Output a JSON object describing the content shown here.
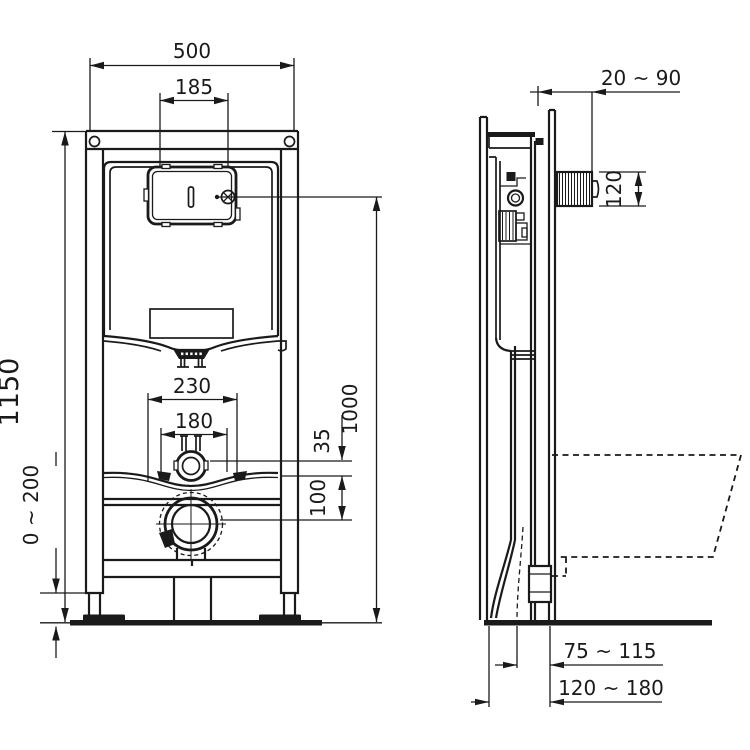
{
  "colors": {
    "background": "#ffffff",
    "line": "#1a1a1a"
  },
  "front_view": {
    "dim_width": "500",
    "dim_flush_plate": "185",
    "dim_height": "1150",
    "dim_foot_adjust": "0 ~ 200",
    "dim_bracket": "230",
    "dim_rods": "180",
    "dim_inlet_offset": "35",
    "dim_outlet_offset": "100",
    "dim_inlet_height": "1000"
  },
  "side_view": {
    "dim_wall_finish": "20 ~ 90",
    "dim_sleeve": "120",
    "dim_outlet_wall": "75 ~ 115",
    "dim_outlet_total": "120 ~ 180"
  }
}
